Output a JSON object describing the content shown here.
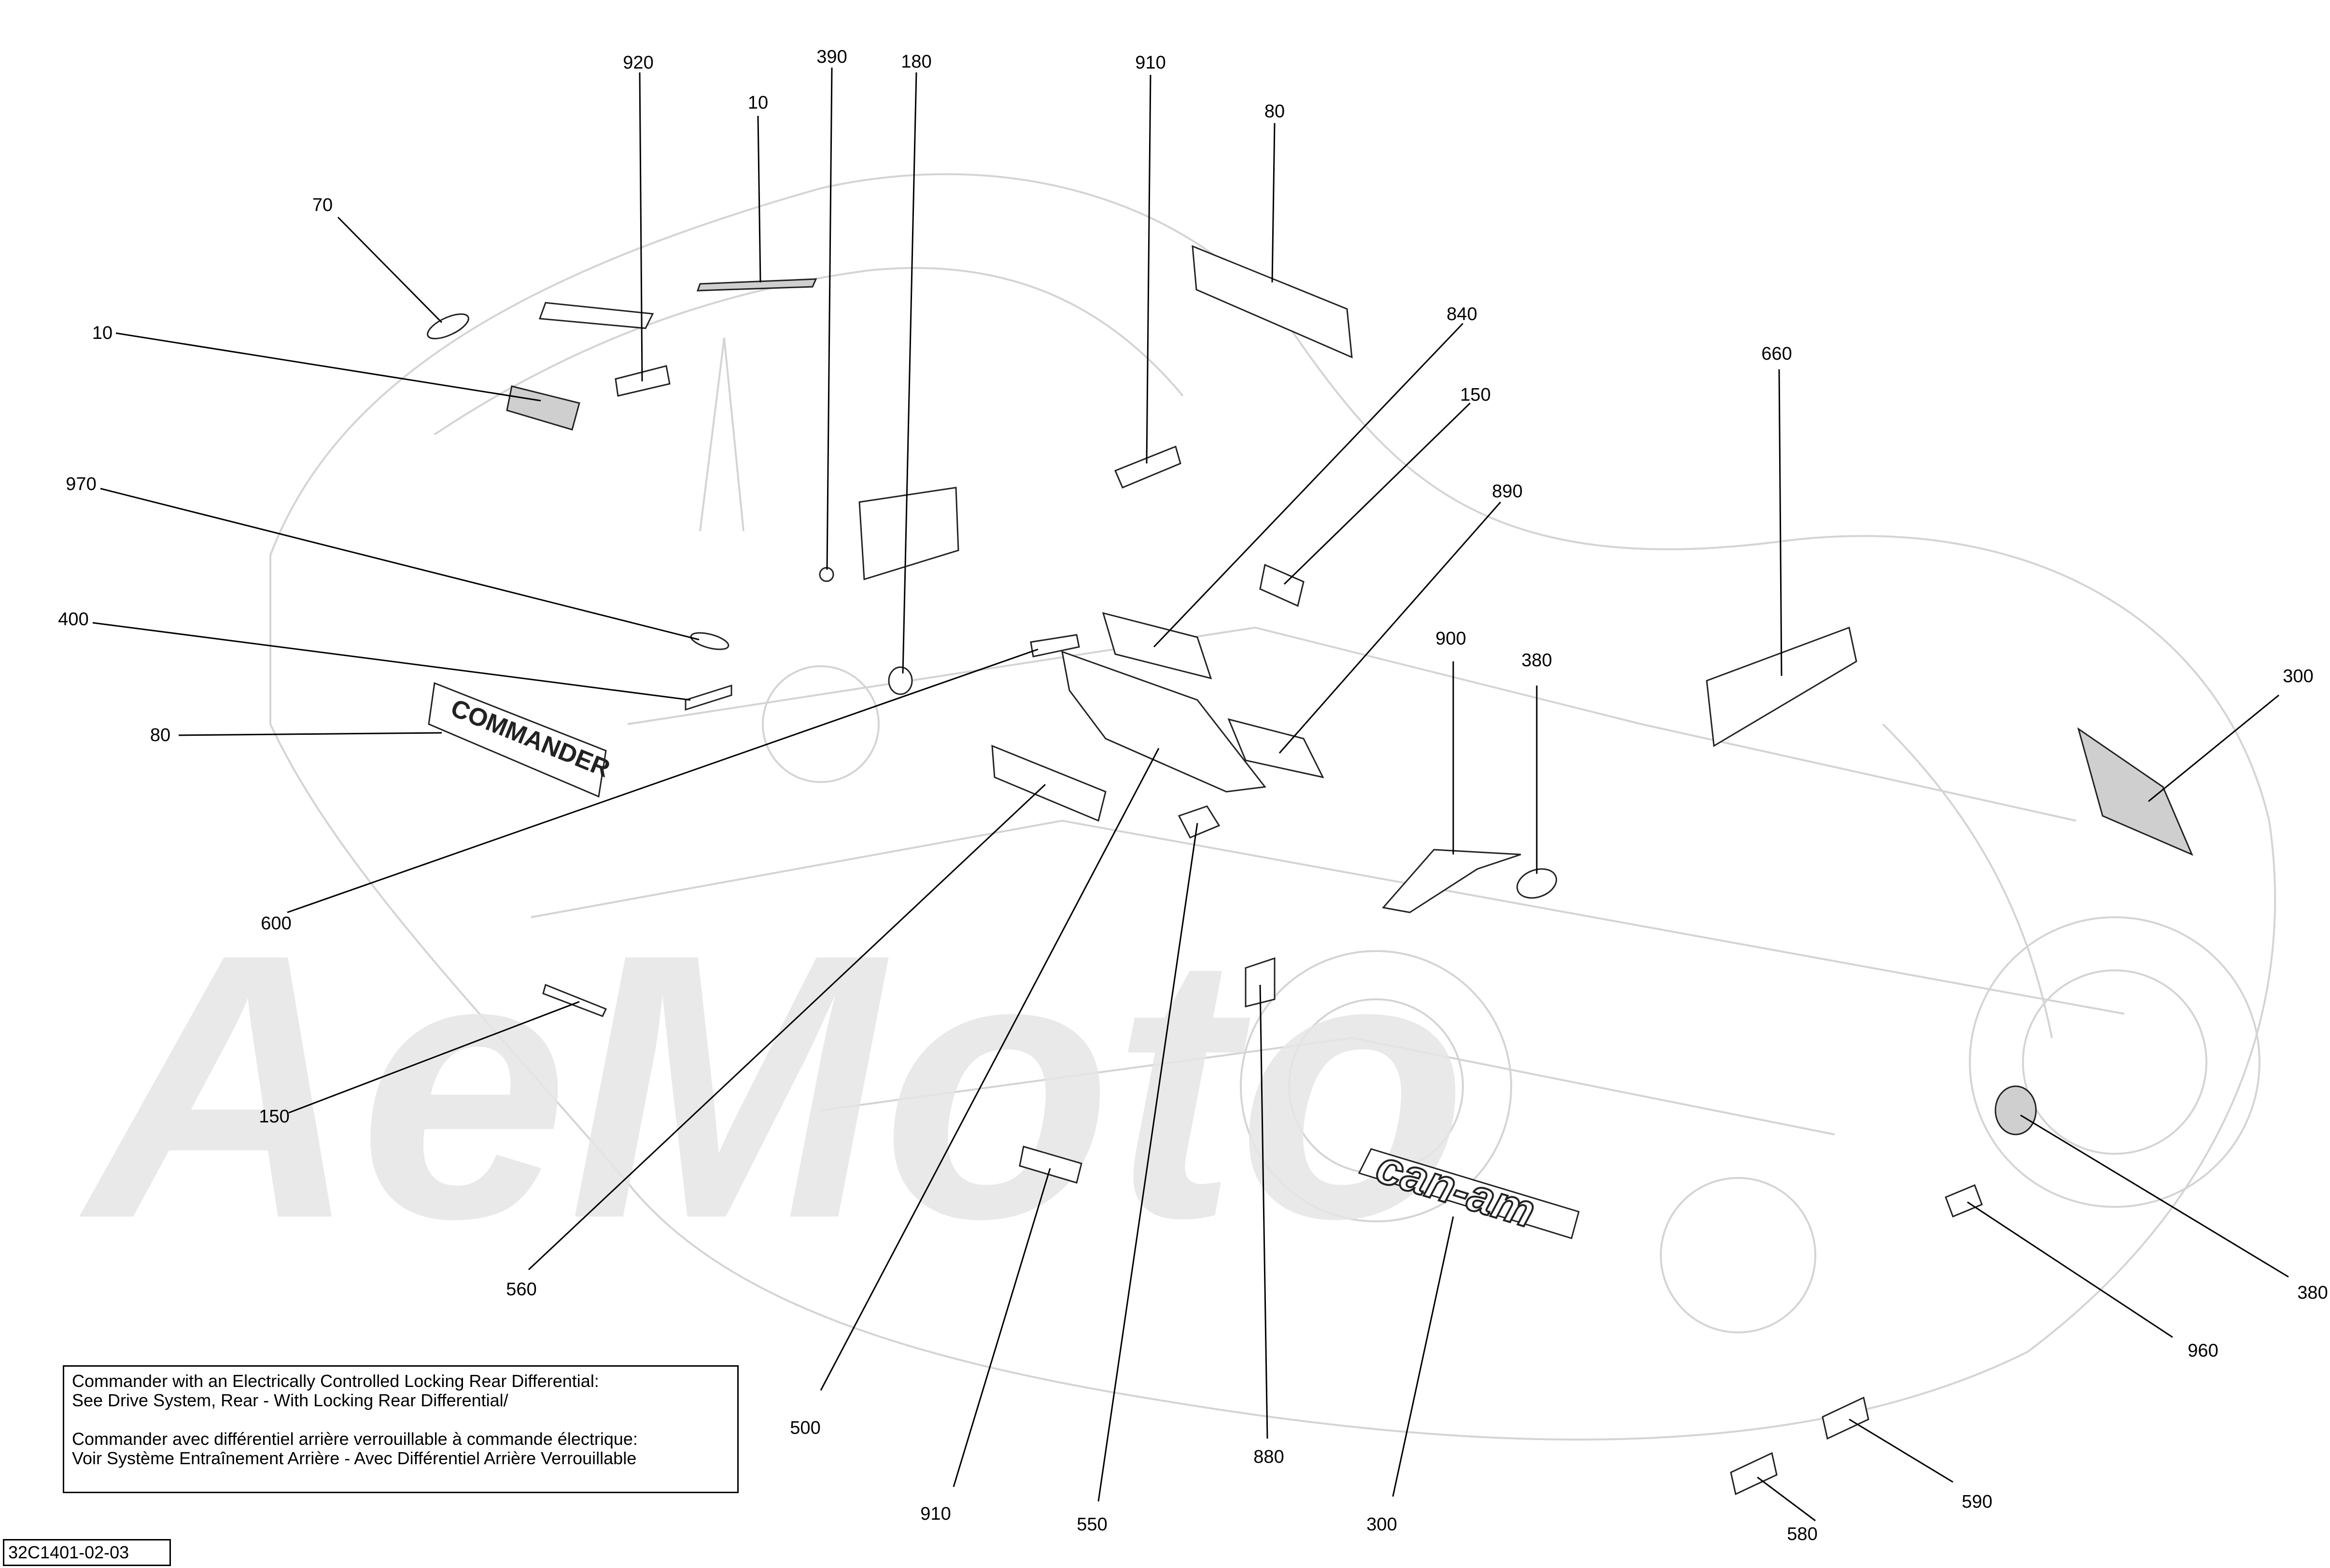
{
  "diagram": {
    "callouts": [
      {
        "id": "c-920",
        "label": "920"
      },
      {
        "id": "c-390",
        "label": "390"
      },
      {
        "id": "c-180",
        "label": "180"
      },
      {
        "id": "c-10-top",
        "label": "10"
      },
      {
        "id": "c-910-top",
        "label": "910"
      },
      {
        "id": "c-80-top",
        "label": "80"
      },
      {
        "id": "c-70",
        "label": "70"
      },
      {
        "id": "c-10-left",
        "label": "10"
      },
      {
        "id": "c-840",
        "label": "840"
      },
      {
        "id": "c-150-top",
        "label": "150"
      },
      {
        "id": "c-660",
        "label": "660"
      },
      {
        "id": "c-890",
        "label": "890"
      },
      {
        "id": "c-970",
        "label": "970"
      },
      {
        "id": "c-400",
        "label": "400"
      },
      {
        "id": "c-80-left",
        "label": "80"
      },
      {
        "id": "c-900",
        "label": "900"
      },
      {
        "id": "c-380-top",
        "label": "380"
      },
      {
        "id": "c-300-right",
        "label": "300"
      },
      {
        "id": "c-600",
        "label": "600"
      },
      {
        "id": "c-150-left",
        "label": "150"
      },
      {
        "id": "c-560",
        "label": "560"
      },
      {
        "id": "c-380-right",
        "label": "380"
      },
      {
        "id": "c-960",
        "label": "960"
      },
      {
        "id": "c-500",
        "label": "500"
      },
      {
        "id": "c-880",
        "label": "880"
      },
      {
        "id": "c-910-bottom",
        "label": "910"
      },
      {
        "id": "c-550",
        "label": "550"
      },
      {
        "id": "c-300-bottom",
        "label": "300"
      },
      {
        "id": "c-590",
        "label": "590"
      },
      {
        "id": "c-580",
        "label": "580"
      }
    ],
    "decal_text": {
      "commander_logo": "COMMANDER",
      "can_am_logo": "can-am"
    },
    "watermark_text": "AeMoto",
    "note": {
      "line1": "Commander with an Electrically Controlled Locking Rear Differential:",
      "line2": "See Drive System, Rear - With Locking Rear Differential/",
      "line3": "Commander avec différentiel arrière verrouillable à commande électrique:",
      "line4": "Voir Système Entraînement Arrière - Avec Différentiel Arrière Verrouillable"
    },
    "reference_code": "32C1401-02-03"
  },
  "colors": {
    "line": "#000000",
    "ghost_vehicle": "#d4d4d4",
    "watermark": "#e6e6e6",
    "background": "#ffffff"
  }
}
